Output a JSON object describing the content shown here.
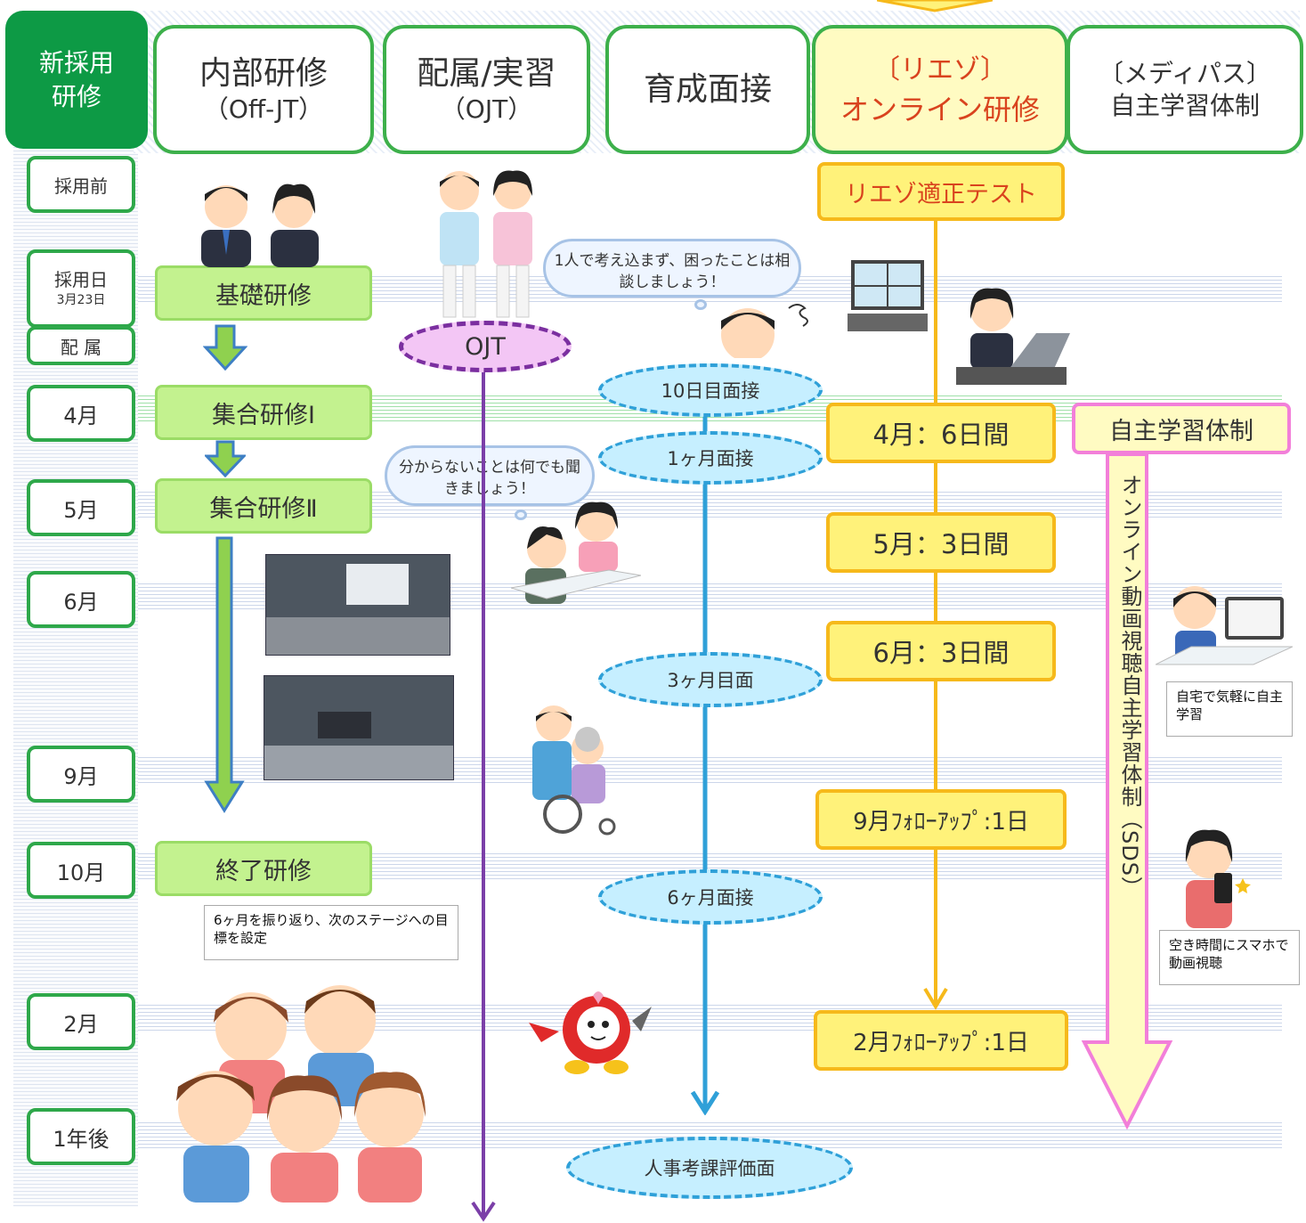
{
  "columns": {
    "main": {
      "line1": "新採用",
      "line2": "研修"
    },
    "internal": {
      "line1": "内部研修",
      "line2": "（Off-JT）"
    },
    "assignment": {
      "line1": "配属/実習",
      "line2": "（OJT）"
    },
    "interview": {
      "line1": "育成面接"
    },
    "liaison": {
      "line1": "〔リエゾ〕",
      "line2": "オンライン研修"
    },
    "medipass": {
      "line1": "〔メディパス〕",
      "line2": "自主学習体制"
    }
  },
  "timeline": {
    "pre": "採用前",
    "hire": "採用日",
    "hire_date": "3月23日",
    "assign": "配 属",
    "apr": "4月",
    "may": "5月",
    "jun": "6月",
    "sep": "9月",
    "oct": "10月",
    "feb": "2月",
    "year": "1年後"
  },
  "internal_training": {
    "basic": "基礎研修",
    "group1": "集合研修Ⅰ",
    "group2": "集合研修Ⅱ",
    "final": "終了研修",
    "final_note": "6ヶ月を振り返り、次のステージへの目標を設定"
  },
  "ojt": {
    "label": "OJT",
    "bubble1": "1人で考え込まず、困ったことは相談しましょう！",
    "bubble2": "分からないことは何でも聞きましょう！"
  },
  "interviews": {
    "day10": "10日目面接",
    "month1": "1ヶ月面接",
    "month3": "3ヶ月目面",
    "month6": "6ヶ月面接",
    "hr": "人事考課評価面"
  },
  "liaison": {
    "test": "リエゾ適正テスト",
    "apr": "4月：6日間",
    "may": "5月：3日間",
    "jun": "6月：3日間",
    "sep": "9月ﾌｫﾛｰｱｯﾌﾟ:1日",
    "feb": "2月ﾌｫﾛｰｱｯﾌﾟ:1日"
  },
  "self_study": {
    "title": "自主学習体制",
    "arrow_text": "オンライン動画視聴自主学習体制（SDS）",
    "note1": "自宅で気軽に自主学習",
    "note2": "空き時間にスマホで動画視聴"
  },
  "colors": {
    "green": "#3db04b",
    "light_green": "#c3f28f",
    "yellow": "#fff27a",
    "orange": "#f6b91b",
    "blue": "#2fa0d8",
    "purple": "#7b3fa8",
    "pink": "#f27fd9"
  }
}
